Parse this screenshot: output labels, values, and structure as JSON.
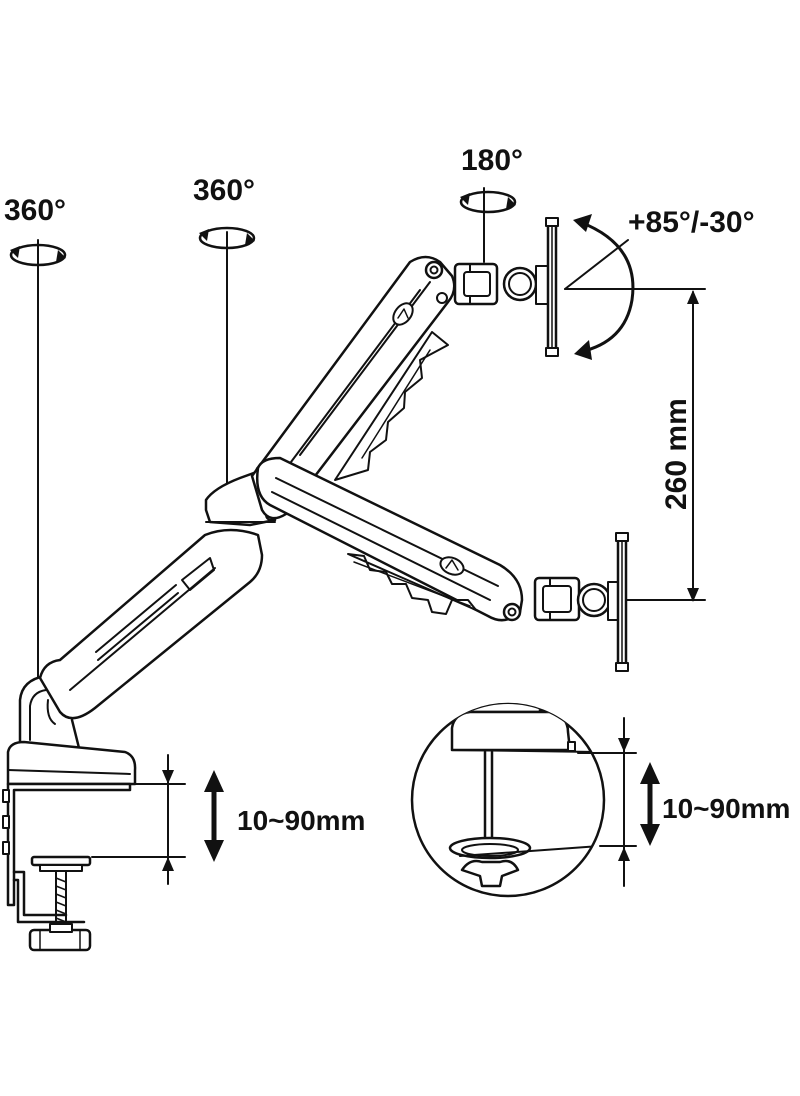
{
  "labels": {
    "base_rotation": "360°",
    "elbow_rotation": "360°",
    "head_swivel": "180°",
    "tilt_range": "+85°/-30°",
    "height_travel": "260 mm",
    "clamp_thickness": "10~90mm",
    "grommet_thickness": "10~90mm"
  },
  "colors": {
    "line": "#111111",
    "background": "#ffffff"
  }
}
